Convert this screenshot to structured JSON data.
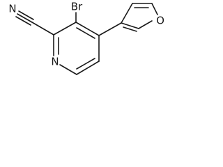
{
  "molecule": {
    "atoms": {
      "bromine": "Br",
      "nitrile_nitrogen": "N",
      "pyridine_nitrogen": "N",
      "furan_oxygen": "O"
    }
  }
}
